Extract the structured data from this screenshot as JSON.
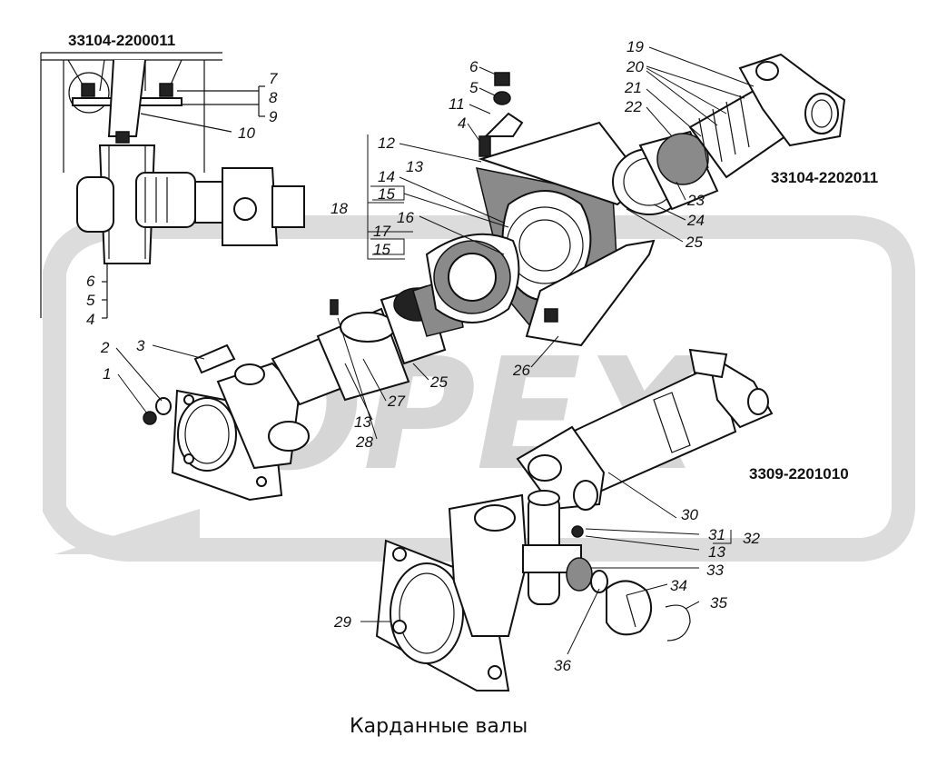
{
  "title": "Карданные валы",
  "watermark": "OPEX",
  "assembly_codes": {
    "support": "33104-2200011",
    "rear_shaft": "33104-2202011",
    "front_shaft": "3309-2201010"
  },
  "callouts": {
    "c1": "1",
    "c2": "2",
    "c3": "3",
    "c4a": "4",
    "c5a": "5",
    "c6a": "6",
    "c4b": "4",
    "c5b": "5",
    "c6b": "6",
    "c7": "7",
    "c8": "8",
    "c9": "9",
    "c10": "10",
    "c11": "11",
    "c12": "12",
    "c13a": "13",
    "c13b": "13",
    "c13c": "13",
    "c14": "14",
    "c15a": "15",
    "c15b": "15",
    "c16": "16",
    "c17": "17",
    "c18": "18",
    "c19": "19",
    "c20": "20",
    "c21": "21",
    "c22": "22",
    "c23": "23",
    "c24": "24",
    "c25a": "25",
    "c25b": "25",
    "c26": "26",
    "c27": "27",
    "c28": "28",
    "c29": "29",
    "c30": "30",
    "c31": "31",
    "c32": "32",
    "c33": "33",
    "c34": "34",
    "c35": "35",
    "c36": "36"
  },
  "colors": {
    "ink": "#111111",
    "watermark": "#d6d6d6",
    "background": "#ffffff"
  }
}
